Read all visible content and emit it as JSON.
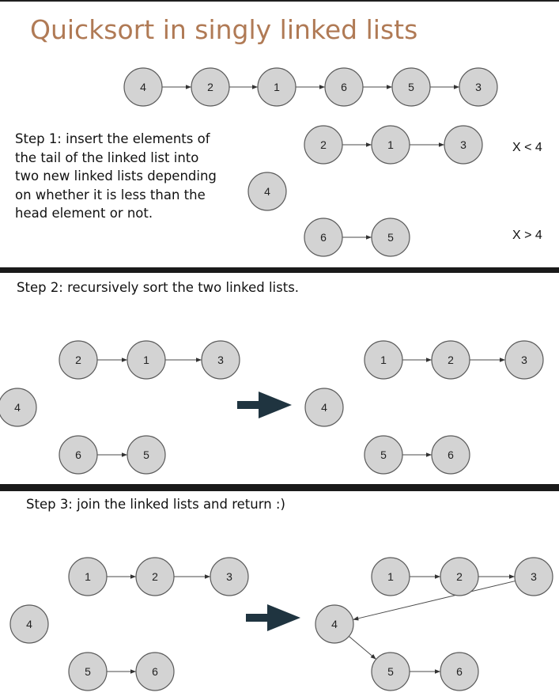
{
  "title": "Quicksort in singly linked lists",
  "step1": {
    "lines": [
      "Step 1: insert the elements of",
      "the tail of the linked list into",
      "two new linked lists depending",
      "on whether it is less than the",
      "head element or not."
    ],
    "cond_less": "X < 4",
    "cond_greater": "X > 4"
  },
  "step2": {
    "text": "Step 2: recursively sort the two linked lists."
  },
  "step3": {
    "text": "Step 3: join the linked lists and return :)"
  },
  "nodes": {
    "top": [
      "4",
      "2",
      "1",
      "6",
      "5",
      "3"
    ],
    "s1_pivot": "4",
    "s1_less": [
      "2",
      "1",
      "3"
    ],
    "s1_greater": [
      "6",
      "5"
    ],
    "s2_before_pivot": "4",
    "s2_before_less": [
      "2",
      "1",
      "3"
    ],
    "s2_before_greater": [
      "6",
      "5"
    ],
    "s2_after_pivot": "4",
    "s2_after_less": [
      "1",
      "2",
      "3"
    ],
    "s2_after_greater": [
      "5",
      "6"
    ],
    "s3_before_pivot": "4",
    "s3_before_less": [
      "1",
      "2",
      "3"
    ],
    "s3_before_greater": [
      "5",
      "6"
    ],
    "s3_after_pivot": "4",
    "s3_after_less": [
      "1",
      "2",
      "3"
    ],
    "s3_after_greater": [
      "5",
      "6"
    ]
  },
  "colors": {
    "title": "#b07a55",
    "node_fill": "#d3d3d3",
    "node_stroke": "#5a5a5a",
    "divider": "#1a1a1a",
    "big_arrow": "#1f3440"
  }
}
